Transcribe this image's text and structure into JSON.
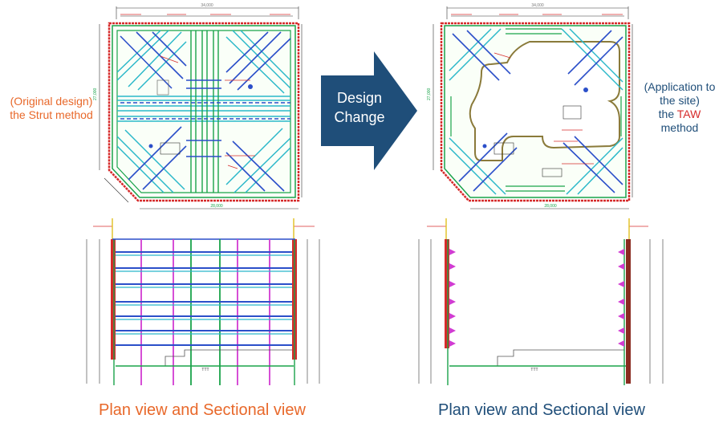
{
  "left_label": {
    "line1": "(Original design)",
    "line2": "the Strut method"
  },
  "right_label": {
    "line1": "(Application to",
    "line2": "the site)",
    "line3_pre": "the ",
    "line3_taw": "TAW",
    "line4": "method"
  },
  "arrow": {
    "line1": "Design",
    "line2": "Change"
  },
  "captions": {
    "left": "Plan view and Sectional view",
    "right": "Plan view and Sectional view"
  },
  "colors": {
    "orange": "#e8682a",
    "navy": "#1f4e79",
    "red": "#d62b2b",
    "arrow": "#1f4e79"
  }
}
